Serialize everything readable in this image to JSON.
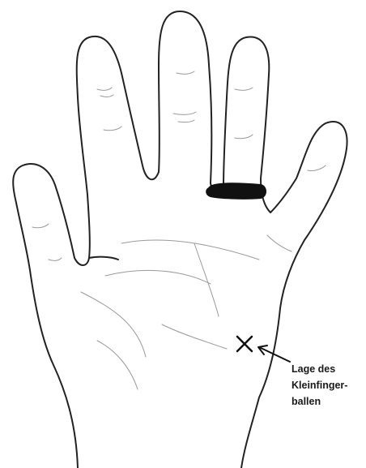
{
  "annotation": {
    "lines": [
      "Lage des",
      "Kleinfinger-",
      "ballen"
    ]
  },
  "marker": {
    "symbol": "cross",
    "color": "#111111"
  },
  "sketch": {
    "stroke_color": "#222222",
    "ring_color": "#111111",
    "shading_color": "#9a9a9a"
  }
}
